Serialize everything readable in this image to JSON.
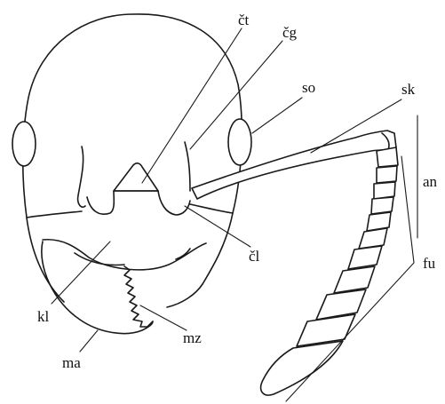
{
  "diagram": {
    "labels": {
      "ct": "čt",
      "cg": "čg",
      "so": "so",
      "sk": "sk",
      "an": "an",
      "cl": "čl",
      "fu": "fu",
      "kl": "kl",
      "mz": "mz",
      "ma": "ma"
    }
  }
}
